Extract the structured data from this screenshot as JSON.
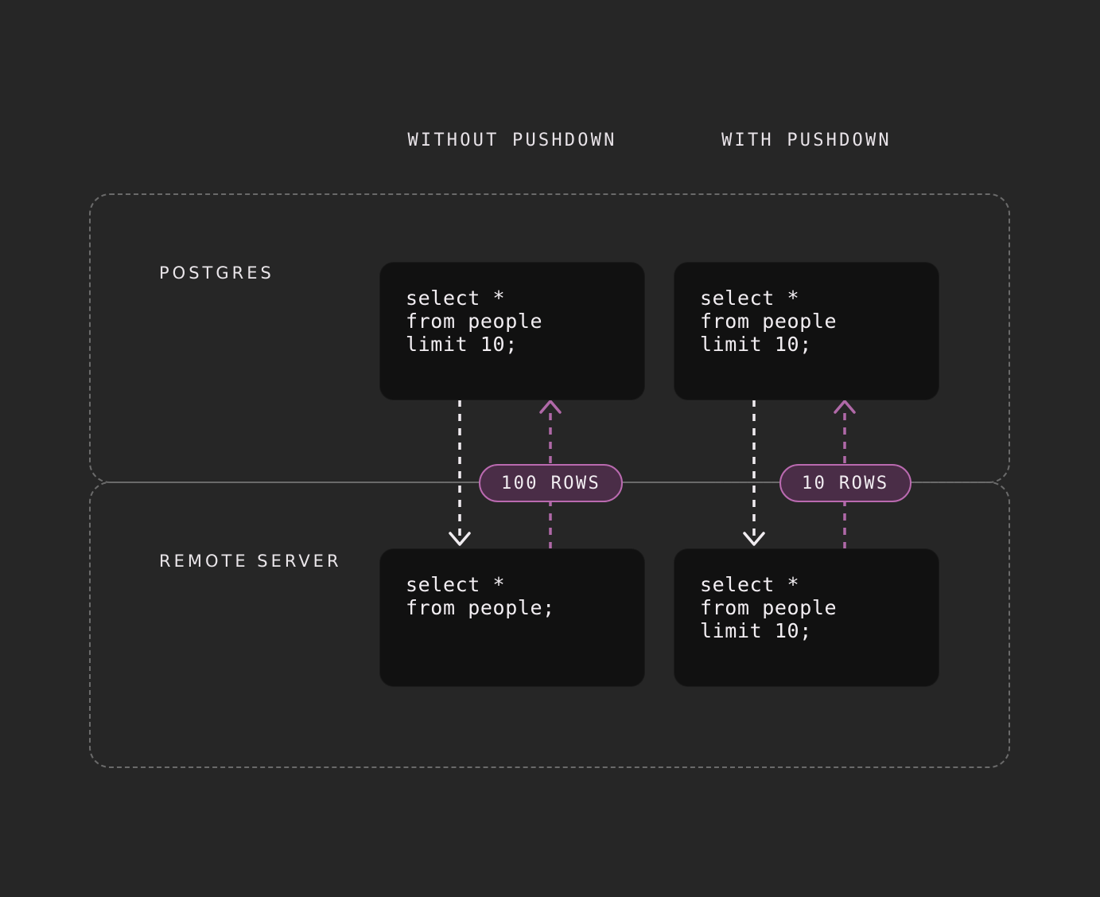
{
  "theme": {
    "background": "#262626",
    "code_box_bg": "#111111",
    "text": "#f2eef2",
    "dashed_border": "#6a6a6a",
    "accent_purple": "#ba6ab0",
    "badge_fill": "#4a2d47",
    "flow_down_color": "#ffffff",
    "flow_up_color": "#ba6ab0"
  },
  "diagram": {
    "columns": [
      {
        "id": "without",
        "header": "WITHOUT PUSHDOWN"
      },
      {
        "id": "with",
        "header": "WITH PUSHDOWN"
      }
    ],
    "zones": [
      {
        "id": "postgres",
        "label": "POSTGRES"
      },
      {
        "id": "remote",
        "label": "REMOTE SERVER"
      }
    ],
    "code_boxes": {
      "postgres_without": {
        "lines": [
          "select *",
          "from people",
          "limit 10;"
        ]
      },
      "postgres_with": {
        "lines": [
          "select *",
          "from people",
          "limit 10;"
        ]
      },
      "remote_without": {
        "lines": [
          "select *",
          "from people;"
        ]
      },
      "remote_with": {
        "lines": [
          "select *",
          "from people",
          "limit 10;"
        ]
      }
    },
    "badges": [
      {
        "id": "without",
        "label": "100 ROWS"
      },
      {
        "id": "with",
        "label": "10 ROWS"
      }
    ],
    "flows": [
      {
        "id": "without-query-down",
        "direction": "down",
        "style": "dashed",
        "color": "white"
      },
      {
        "id": "without-results-up",
        "direction": "up",
        "style": "dashed",
        "color": "purple",
        "rows": "100 ROWS"
      },
      {
        "id": "with-query-down",
        "direction": "down",
        "style": "dashed",
        "color": "white"
      },
      {
        "id": "with-results-up",
        "direction": "up",
        "style": "dashed",
        "color": "purple",
        "rows": "10 ROWS"
      }
    ]
  }
}
